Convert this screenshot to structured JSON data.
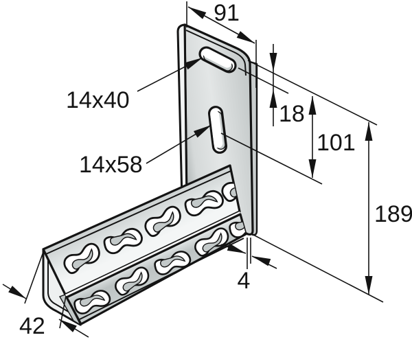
{
  "drawing": {
    "background": "#ffffff",
    "line_color": "#141414",
    "palette": {
      "plate_dark": "#b2b8b8",
      "plate_light": "#e3e6e6",
      "channel_top": "#e9eded",
      "channel_front": "#bcc2c2",
      "edge_strip": "#c9cdcd",
      "end_face": "#eef0f0",
      "slot_inner": "#c3c9c9",
      "ridge_highlight": "#fbfbfb"
    }
  },
  "labels": {
    "top_slot": "14x40",
    "middle_slot": "14x58"
  },
  "dimensions": {
    "plate_width": "91",
    "top_slot_offset": "18",
    "middle_slot_offset": "101",
    "plate_height": "189",
    "plate_thickness": "4",
    "channel_width": "42"
  }
}
